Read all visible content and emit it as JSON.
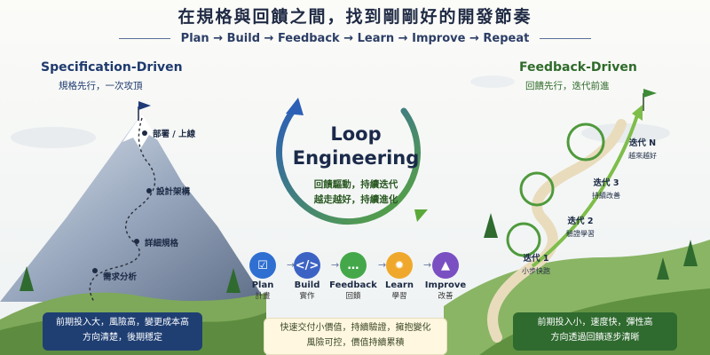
{
  "title": "在規格與回饋之間，找到剛剛好的開發節奏",
  "flow_line": "Plan → Build → Feedback → Learn → Improve → Repeat",
  "left": {
    "heading": "Specification-Driven",
    "subheading": "規格先行，一次攻頂",
    "stages": [
      "部署 / 上線",
      "設計架構",
      "詳細規格",
      "需求分析"
    ],
    "summary_line1": "前期投入大，風險高，變更成本高",
    "summary_line2": "方向清楚，後期穩定"
  },
  "center": {
    "title_line1": "Loop",
    "title_line2": "Engineering",
    "sub_line1": "回饋驅動，持續迭代",
    "sub_line2": "越走越好，持續進化",
    "steps": [
      {
        "en": "Plan",
        "zh": "計畫",
        "icon": "checklist-icon",
        "color": "#2e6fd1"
      },
      {
        "en": "Build",
        "zh": "實作",
        "icon": "code-icon",
        "color": "#3c63c4"
      },
      {
        "en": "Feedback",
        "zh": "回饋",
        "icon": "chat-icon",
        "color": "#44a84a"
      },
      {
        "en": "Learn",
        "zh": "學習",
        "icon": "lightbulb-icon",
        "color": "#f0a82c"
      },
      {
        "en": "Improve",
        "zh": "改善",
        "icon": "growth-chart-icon",
        "color": "#7a4fc2"
      }
    ],
    "summary_line1": "快速交付小價值，持續驗證，擁抱變化",
    "summary_line2": "風險可控，價值持續累積"
  },
  "right": {
    "heading": "Feedback-Driven",
    "subheading": "回饋先行，迭代前進",
    "iterations": [
      {
        "label": "迭代 N",
        "sub": "越來越好"
      },
      {
        "label": "迭代 3",
        "sub": "持續改善"
      },
      {
        "label": "迭代 2",
        "sub": "驗證學習"
      },
      {
        "label": "迭代 1",
        "sub": "小步快跑"
      }
    ],
    "summary_line1": "前期投入小，速度快，彈性高",
    "summary_line2": "方向透過回饋逐步清晰"
  }
}
